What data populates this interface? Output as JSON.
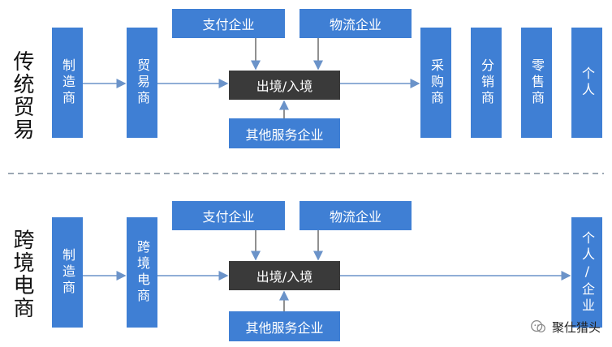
{
  "rows": {
    "top": {
      "side_label": "传统贸易",
      "manufacturer": "制造商",
      "middle": "贸易商",
      "payment": "支付企业",
      "logistics": "物流企业",
      "customs": "出境/入境",
      "other_services": "其他服务企业",
      "receivers": [
        "采购商",
        "分销商",
        "零售商",
        "个人"
      ]
    },
    "bottom": {
      "side_label": "跨境电商",
      "manufacturer": "制造商",
      "middle": "跨境电商",
      "payment": "支付企业",
      "logistics": "物流企业",
      "customs": "出境/入境",
      "other_services": "其他服务企业",
      "receiver": "个人/企业"
    }
  },
  "branding": {
    "account": "聚仕猎头"
  },
  "colors": {
    "box_blue": "#3f7fd4",
    "box_dark": "#3a3a3a",
    "arrow": "#6b93c9",
    "divider": "#7a8a9a"
  }
}
